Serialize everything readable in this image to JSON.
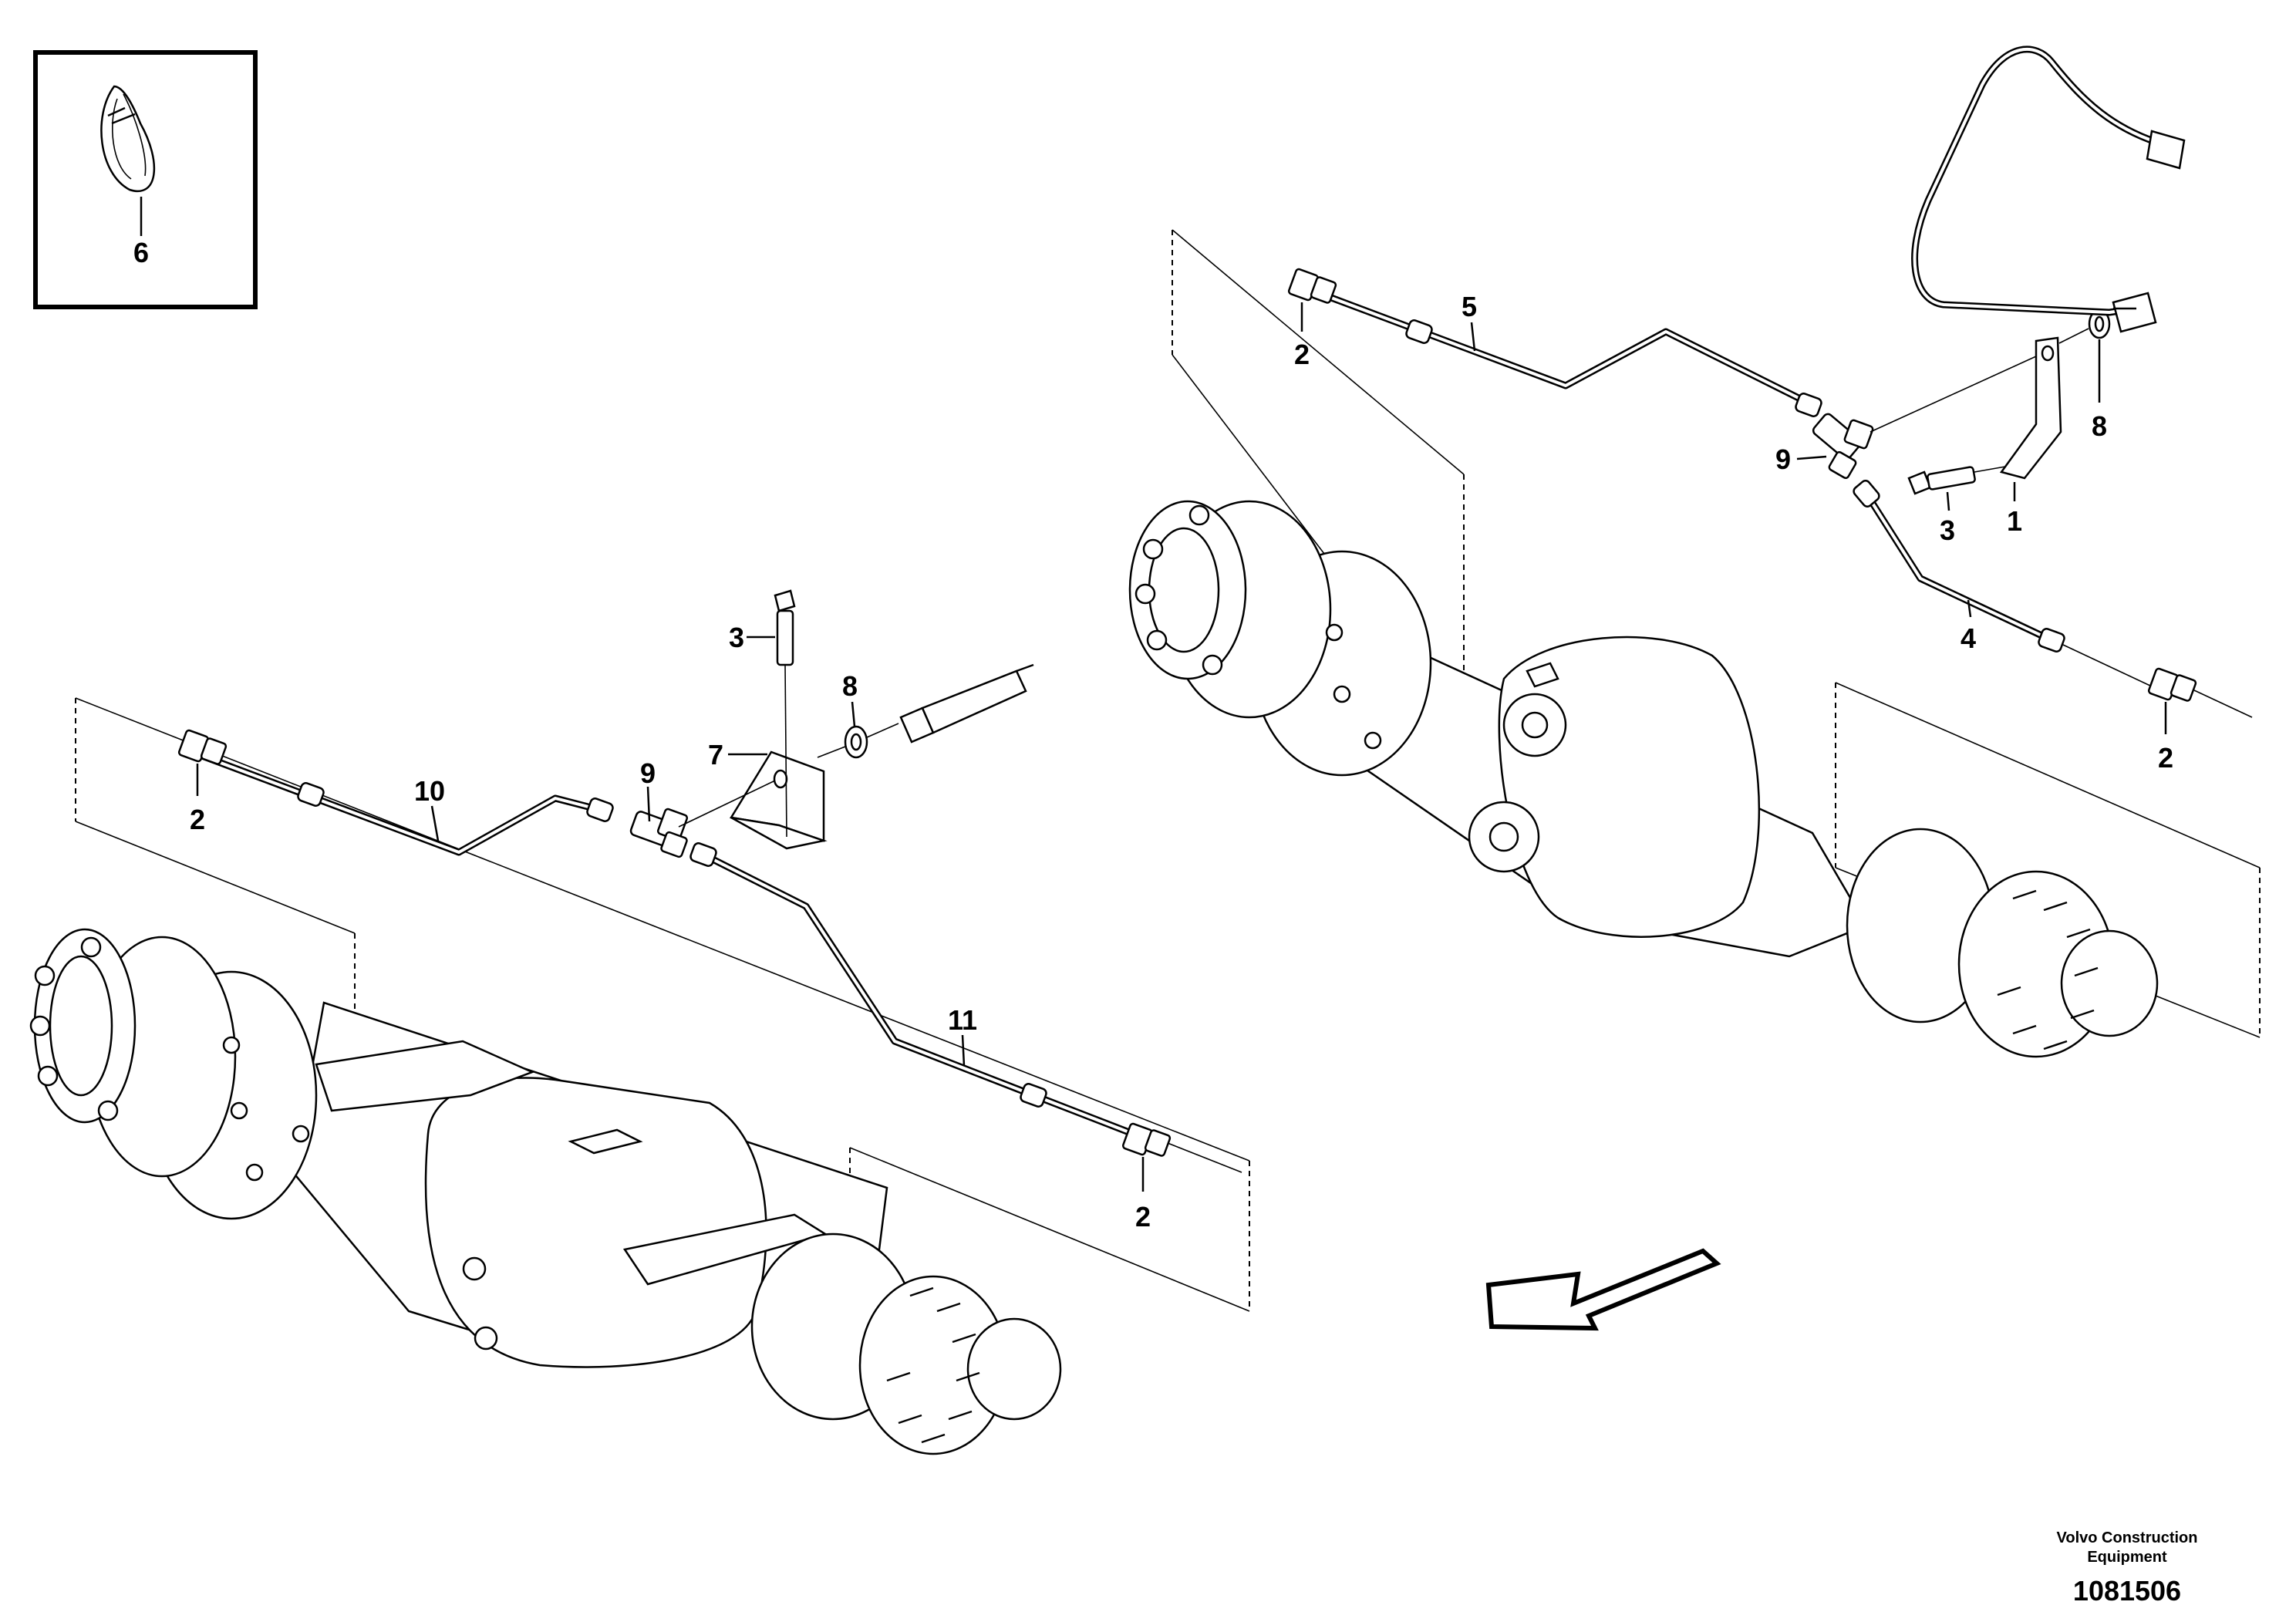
{
  "callouts": {
    "inset_part": "6",
    "left_union_a": "2",
    "left_pipe_a": "10",
    "left_tee": "9",
    "left_bracket": "7",
    "left_screw": "3",
    "left_washer": "8",
    "left_pipe_b": "11",
    "left_union_b": "2",
    "right_union_a": "2",
    "right_pipe_a": "5",
    "right_tee": "9",
    "right_screw": "3",
    "right_bracket": "1",
    "right_washer": "8",
    "right_pipe_b": "4",
    "right_union_b": "2"
  },
  "footer": {
    "company_line1": "Volvo Construction",
    "company_line2": "Equipment",
    "drawing_number": "1081506"
  }
}
